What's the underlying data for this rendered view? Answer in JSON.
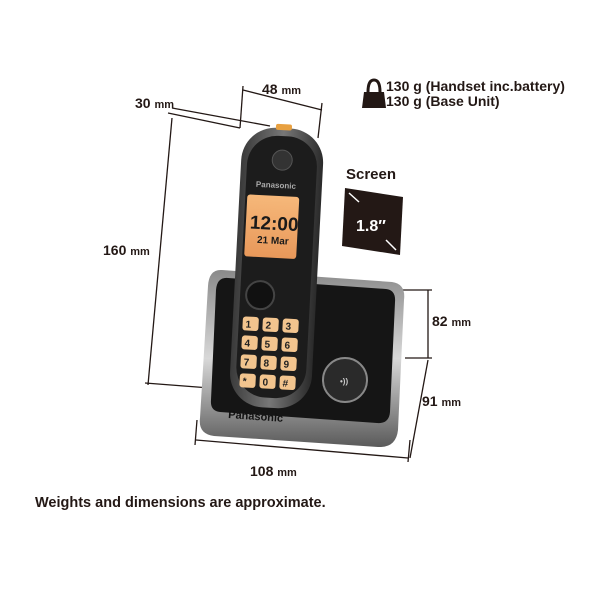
{
  "dimensions": {
    "depth": "30",
    "width": "48",
    "height": "160",
    "base_height": "82",
    "base_depth": "91",
    "base_width": "108",
    "unit": "mm"
  },
  "weight": {
    "icon": "weight-icon",
    "handset": "130 g (Handset inc.battery)",
    "base": "130 g (Base Unit)"
  },
  "screen": {
    "title": "Screen",
    "size": "1.8″"
  },
  "phone": {
    "brand": "Panasonic",
    "display_time": "12:00",
    "display_date": "21 Mar",
    "keys": [
      "1",
      "2",
      "3",
      "4",
      "5",
      "6",
      "7",
      "8",
      "9",
      "*",
      "0",
      "#"
    ]
  },
  "note": "Weights and dimensions are approximate.",
  "colors": {
    "text": "#231815",
    "lcd": "#f0a868",
    "key": "#f2c48e",
    "screen_box": "#231815"
  }
}
